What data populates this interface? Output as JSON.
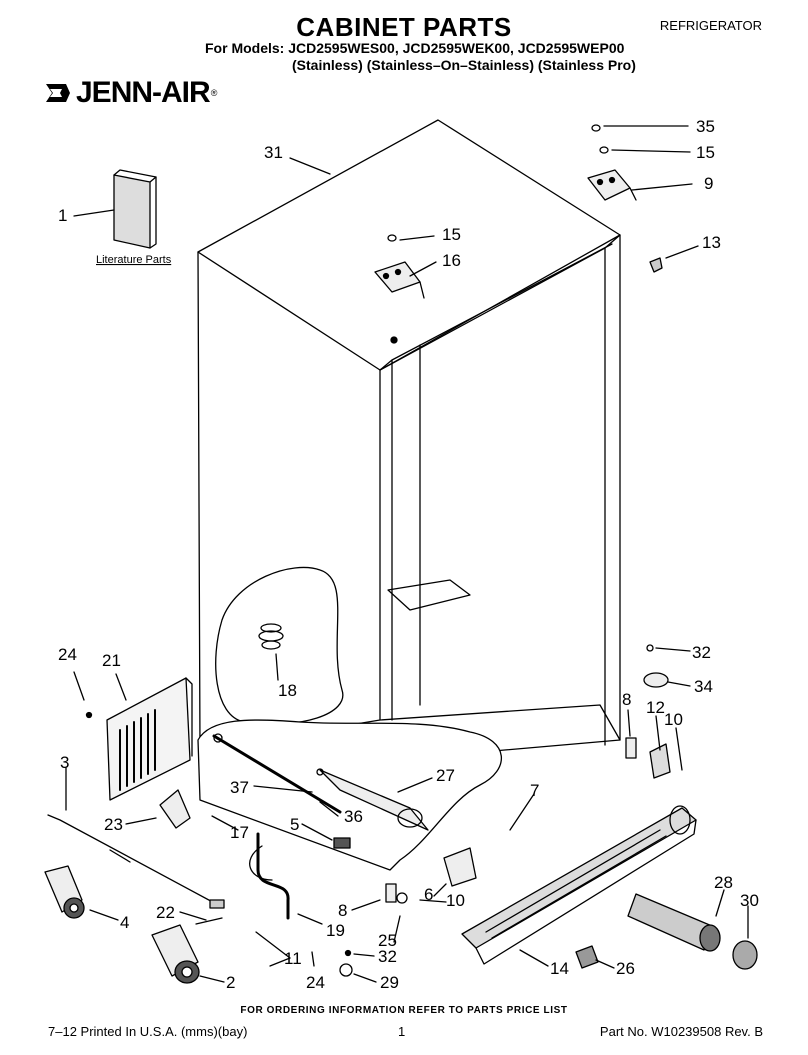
{
  "header": {
    "title": "CABINET PARTS",
    "category": "REFRIGERATOR",
    "models": "For Models: JCD2595WES00, JCD2595WEK00, JCD2595WEP00",
    "variants": "(Stainless)  (Stainless–On–Stainless) (Stainless Pro)",
    "brand": "JENN-AIR",
    "brand_mark": "®"
  },
  "diagram": {
    "literature_label": "Literature Parts",
    "callouts": {
      "c35": "35",
      "c15a": "15",
      "c9": "9",
      "c31": "31",
      "c1": "1",
      "c15b": "15",
      "c16": "16",
      "c13": "13",
      "c32a": "32",
      "c34": "34",
      "c24a": "24",
      "c21": "21",
      "c18": "18",
      "c8a": "8",
      "c12": "12",
      "c10a": "10",
      "c3": "3",
      "c27": "27",
      "c37": "37",
      "c7": "7",
      "c36": "36",
      "c23": "23",
      "c17": "17",
      "c5": "5",
      "c28": "28",
      "c30": "30",
      "c6": "6",
      "c10b": "10",
      "c8b": "8",
      "c4": "4",
      "c22": "22",
      "c19": "19",
      "c25": "25",
      "c32b": "32",
      "c11": "11",
      "c14": "14",
      "c26": "26",
      "c2": "2",
      "c24b": "24",
      "c29": "29"
    }
  },
  "footer": {
    "ordering_note": "FOR ORDERING INFORMATION REFER TO PARTS PRICE LIST",
    "print_info": "7–12 Printed In U.S.A. (mms)(bay)",
    "page_number": "1",
    "part_number": "Part No. W10239508 Rev. B"
  }
}
